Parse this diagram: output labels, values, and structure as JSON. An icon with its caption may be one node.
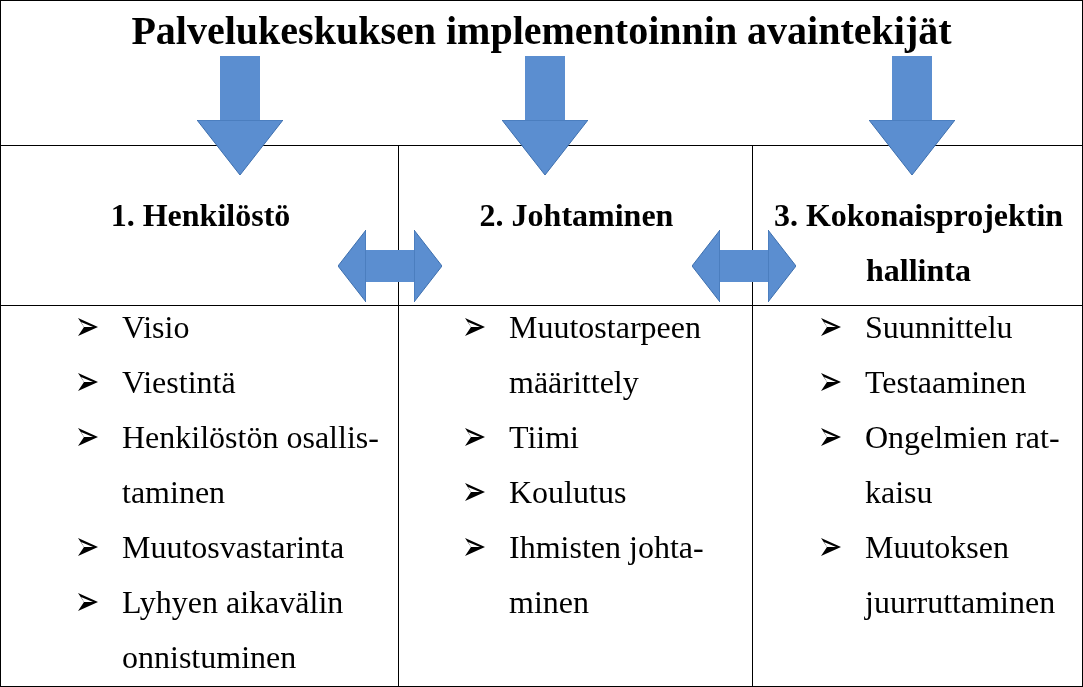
{
  "diagram": {
    "nodes": [
      {
        "text": [
          "Palvelukeskuksen implementoinnin avaintekijät"
        ]
      },
      {
        "text": [
          "1. Henkilöstö"
        ]
      },
      {
        "text": [
          "2. Johtaminen"
        ]
      },
      {
        "text": [
          "3. Kokonaisprojektin hallinta"
        ]
      },
      {
        "text": [
          "Visio",
          "Viestintä",
          "Henkilöstön osallis- taminen",
          "Muutosvastarinta",
          "Lyhyen aikavälin onnistuminen"
        ]
      },
      {
        "text": [
          "Muutostarpeen määrittely",
          "Tiimi",
          "Koulutus",
          "Ihmisten johta- minen"
        ]
      },
      {
        "text": [
          "Suunnittelu",
          "Testaaminen",
          "Ongelmien rat- kaisu",
          "Muutoksen juurruttaminen"
        ]
      }
    ],
    "edges": [
      {
        "from": 0,
        "to": 1,
        "arrow": "to"
      },
      {
        "from": 0,
        "to": 2,
        "arrow": "to"
      },
      {
        "from": 0,
        "to": 3,
        "arrow": "to"
      },
      {
        "from": 1,
        "to": 2,
        "arrow": "both"
      },
      {
        "from": 2,
        "to": 3,
        "arrow": "both"
      }
    ]
  }
}
